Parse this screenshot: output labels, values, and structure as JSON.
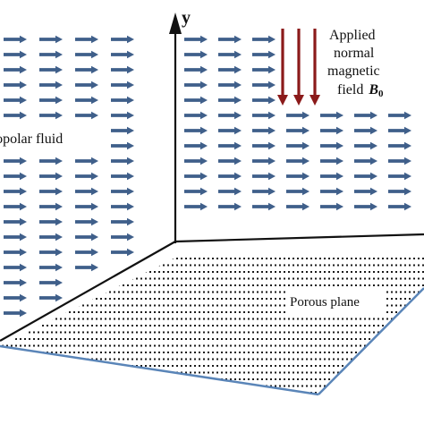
{
  "labels": {
    "axis_y": "y",
    "fluid": "Micropolar fluid",
    "field_line1": "Applied",
    "field_line2": "normal",
    "field_line3": "magnetic",
    "field_line4": "field",
    "field_symbol": "B",
    "field_subscript": "0",
    "plane": "Porous plane"
  },
  "colors": {
    "flow_arrow": "#3f5f8a",
    "field_arrow": "#8b1a1a",
    "axes": "#111111",
    "plane_edge": "#5a85b8",
    "plane_dots": "#1a1a1a"
  },
  "icons": {
    "flow": "right-arrow-icon",
    "field": "down-arrow-icon"
  }
}
